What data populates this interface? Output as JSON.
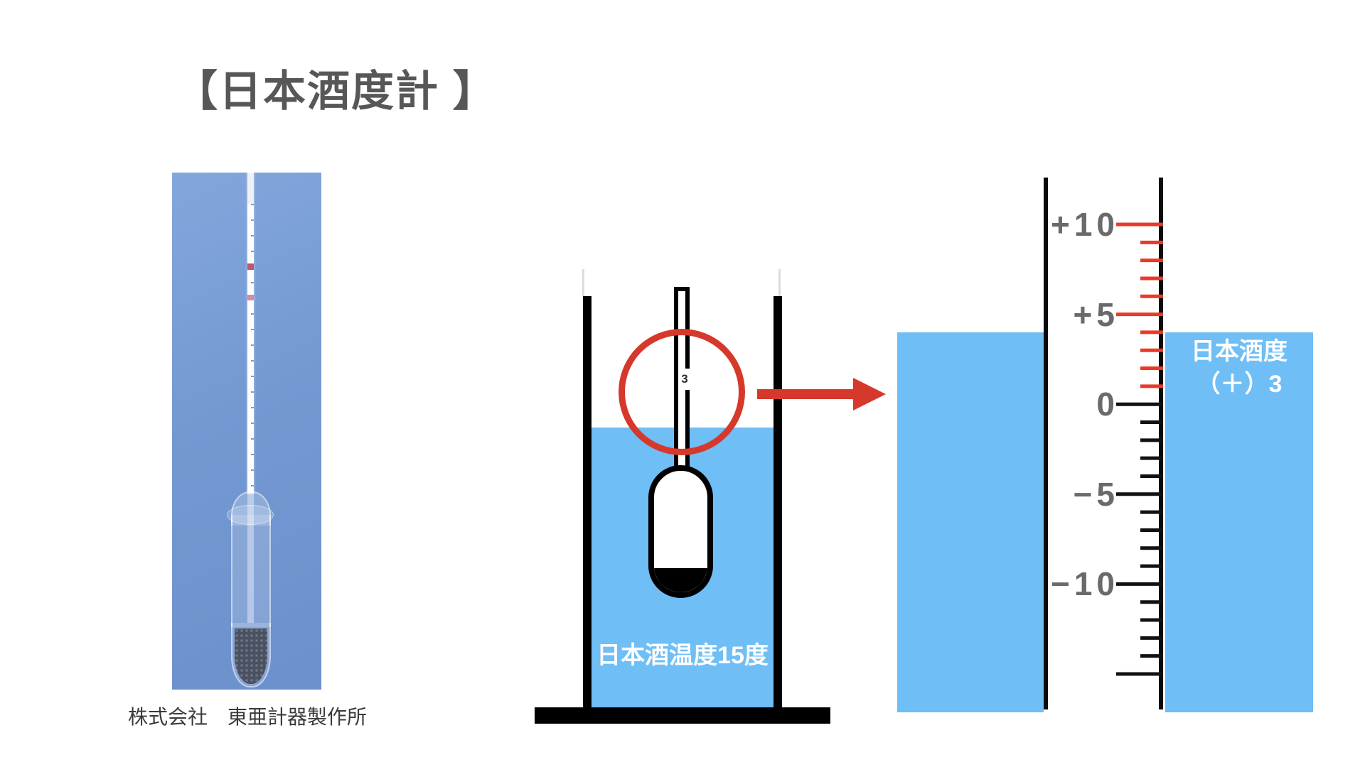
{
  "slide": {
    "title": "【日本酒度計 】"
  },
  "photo": {
    "caption": "株式会社　東亜計器製作所"
  },
  "beaker": {
    "label": "日本酒温度15度",
    "stem_mark": "3"
  },
  "scale": {
    "max": 10,
    "min": -15,
    "major_every": 5,
    "red_above": 0,
    "labels": [
      {
        "value": 10,
        "text": "+10"
      },
      {
        "value": 5,
        "text": "+5"
      },
      {
        "value": 0,
        "text": "0"
      },
      {
        "value": -5,
        "text": "−5"
      },
      {
        "value": -10,
        "text": "−10"
      }
    ],
    "reading": {
      "line1": "日本酒度",
      "line2": "（＋）3"
    }
  },
  "colors": {
    "liquid_blue": "#6fbef5",
    "photo_blue": "#7399d3",
    "diagram_red": "#d6392b",
    "tick_red": "#ea3a27",
    "tick_black": "#111111",
    "number_gray": "#6a6a6a",
    "title_gray": "#575757"
  }
}
